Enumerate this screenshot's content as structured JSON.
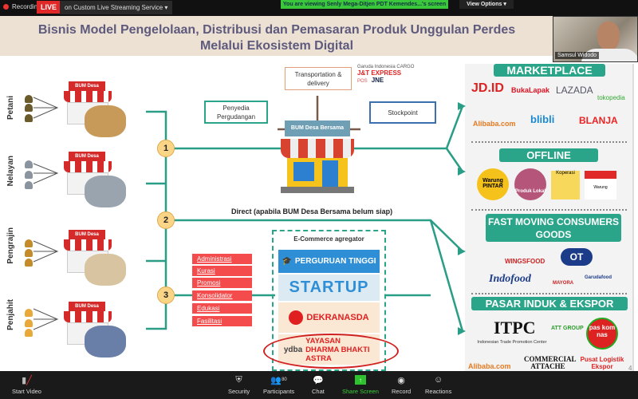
{
  "topbar": {
    "recording": "Recording",
    "live": "LIVE",
    "stream": "on Custom Live Streaming Service ▾",
    "viewing": "You are viewing Senly Mega-Ditjen PDT Kemendes...'s screen",
    "view_options": "View Options ▾"
  },
  "slide": {
    "title1": "Bisnis Model Pengelolaan, Distribusi dan Pemasaran Produk Unggulan Perdes",
    "title2": "Melalui Ekosistem Digital",
    "producers": [
      "Petani",
      "Nelayan",
      "Pengrajin",
      "Penjahit"
    ],
    "store_sign": "BUM Desa",
    "steps": [
      "1",
      "2",
      "3"
    ],
    "transport": "Transportation & delivery",
    "warehouse": "Penyedia Pergudangan",
    "bum_bersama": "BUM Desa Bersama",
    "stockpoint": "Stockpoint",
    "couriers": [
      "Garuda Indonesia CARGO",
      "J&T EXPRESS",
      "POS",
      "JNE"
    ],
    "direct": "Direct (apabila BUM Desa Bersama belum siap)",
    "services": [
      "Administrasi",
      "Kurasi",
      "Promosi",
      "Konsolidator",
      "Edukasi",
      "Fasilitasi"
    ],
    "ecom_title": "E-Commerce agregator",
    "ecom_items": [
      "PERGURUAN TINGGI",
      "STARTUP",
      "DEKRANASDA",
      "YAYASAN DHARMA BHAKTI ASTRA"
    ],
    "ydba": "ydba",
    "page_num": "4",
    "right": {
      "market": "MARKETPLACE",
      "market_logos": [
        "JD.ID",
        "BukaLapak",
        "LAZADA",
        "tokopedia",
        "Alibaba.com",
        "blibli",
        "BLANJA"
      ],
      "offline": "OFFLINE",
      "offline_logos": [
        "Warung PINTAR",
        "Produk Lokal",
        "Koperasi",
        "Warung"
      ],
      "fmcg": "FAST MOVING CONSUMERS GOODS",
      "fmcg_logos": [
        "WINGSFOOD",
        "OT",
        "Indofood",
        "MAYORA",
        "Garudafood"
      ],
      "export": "PASAR INDUK & EKSPOR",
      "export_logos": [
        "ITPC",
        "Indonesian Trade Promotion Center",
        "ATT GROUP",
        "pas kom nas",
        "Alibaba.com",
        "COMMERCIAL ATTACHE",
        "Pusat Logistik Ekspor"
      ]
    }
  },
  "video": {
    "name": "Samsul Widodo"
  },
  "toolbar": {
    "start_video": "Start Video",
    "security": "Security",
    "participants": "Participants",
    "participants_count": "80",
    "chat": "Chat",
    "share": "Share Screen",
    "record": "Record",
    "reactions": "Reactions"
  }
}
